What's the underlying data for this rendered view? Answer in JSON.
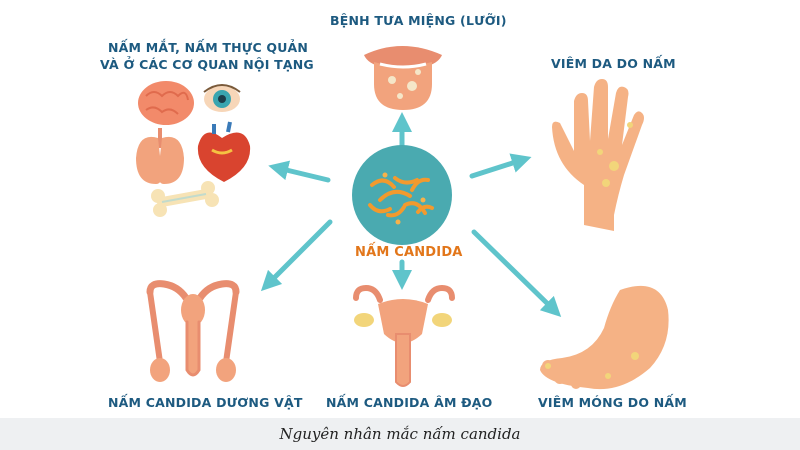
{
  "labels": {
    "center": "NẤM CANDIDA",
    "oral": "BỆNH TƯA MIỆNG (LƯỠI)",
    "organs_line1": "NẤM MẮT, NẤM THỰC QUẢN",
    "organs_line2": "VÀ Ở CÁC CƠ QUAN NỘI TẠNG",
    "skin": "VIÊM DA DO NẤM",
    "penile": "NẤM CANDIDA DƯƠNG VẬT",
    "vaginal": "NẤM CANDIDA ÂM ĐẠO",
    "nail": "VIÊM MÓNG DO NẤM"
  },
  "caption": "Nguyên nhân mắc nấm candida",
  "colors": {
    "arrow": "#5fc4cb",
    "center_circle": "#4aaab0",
    "label": "#1d5a80",
    "center_label": "#e2761a"
  },
  "icons": [
    "mouth-tongue-icon",
    "brain-icon",
    "eye-icon",
    "lungs-icon",
    "heart-icon",
    "bone-icon",
    "hand-icon",
    "male-reproductive-icon",
    "uterus-icon",
    "foot-icon",
    "candida-fungus-icon"
  ]
}
